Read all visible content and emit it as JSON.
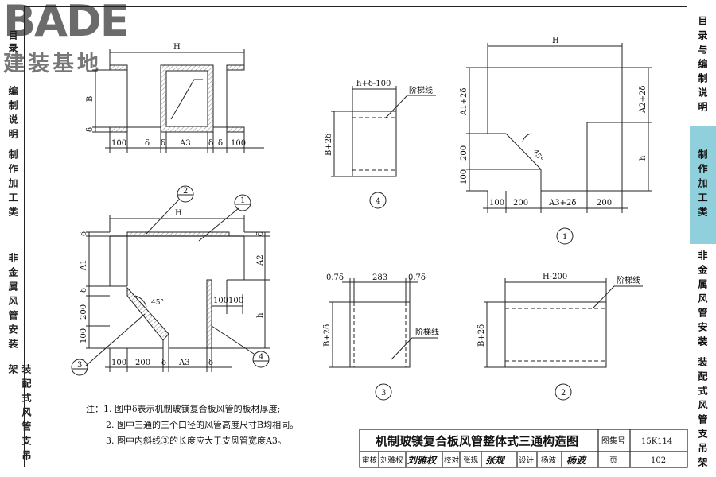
{
  "logo": {
    "main": "BADE",
    "sub": "建装基地"
  },
  "tabs": [
    {
      "label": "目录与编制说明",
      "active": false
    },
    {
      "label": "制作加工类",
      "active": true
    },
    {
      "label": "非金属风管安装",
      "active": false
    },
    {
      "label": "装配式风管支吊架",
      "active": false
    }
  ],
  "left_tabs": [
    "目录",
    "编制说明",
    "制作加工类",
    "非金属风管安装",
    "装配式风管支吊架"
  ],
  "dims": {
    "H": "H",
    "B": "B",
    "d": "δ",
    "A1": "A1",
    "A2": "A2",
    "A3": "A3",
    "h": "h",
    "n100": "100",
    "n200": "200",
    "angle": "45°",
    "p1_top": "A1+2δ",
    "p1_right": "A2+2δ",
    "p1_bottom": "A3+2δ",
    "p2_top": "H-200",
    "p2_left": "B+2δ",
    "p3_top": "283",
    "p3_side": "0.7δ",
    "p3_left": "B+2δ",
    "p4_top": "h+δ-100",
    "p4_left": "B+2δ",
    "step_line": "阶梯线"
  },
  "callouts": [
    "1",
    "2",
    "3",
    "4"
  ],
  "notes": [
    "注：1. 图中δ表示机制玻镁复合板风管的板材厚度;",
    "2. 图中三通的三个口径的风管高度尺寸B均相同。",
    "3. 图中内斜线③的长度应大于支风管宽度A3。"
  ],
  "titleblock": {
    "title": "机制玻镁复合板风管整体式三通构造图",
    "atlas_label": "图集号",
    "atlas_no": "15K114",
    "review_label": "审核",
    "review_name": "刘雅权",
    "check_label": "校对",
    "check_name": "张规",
    "design_label": "设计",
    "design_name": "杨波",
    "page_label": "页",
    "page_no": "102",
    "sig_review": "刘雅权",
    "sig_check": "张规",
    "sig_design": "杨波"
  },
  "colors": {
    "line": "#222222",
    "tab_active": "#8fd0dc",
    "logo": "#6b6b6b",
    "hatch": "#999999"
  }
}
